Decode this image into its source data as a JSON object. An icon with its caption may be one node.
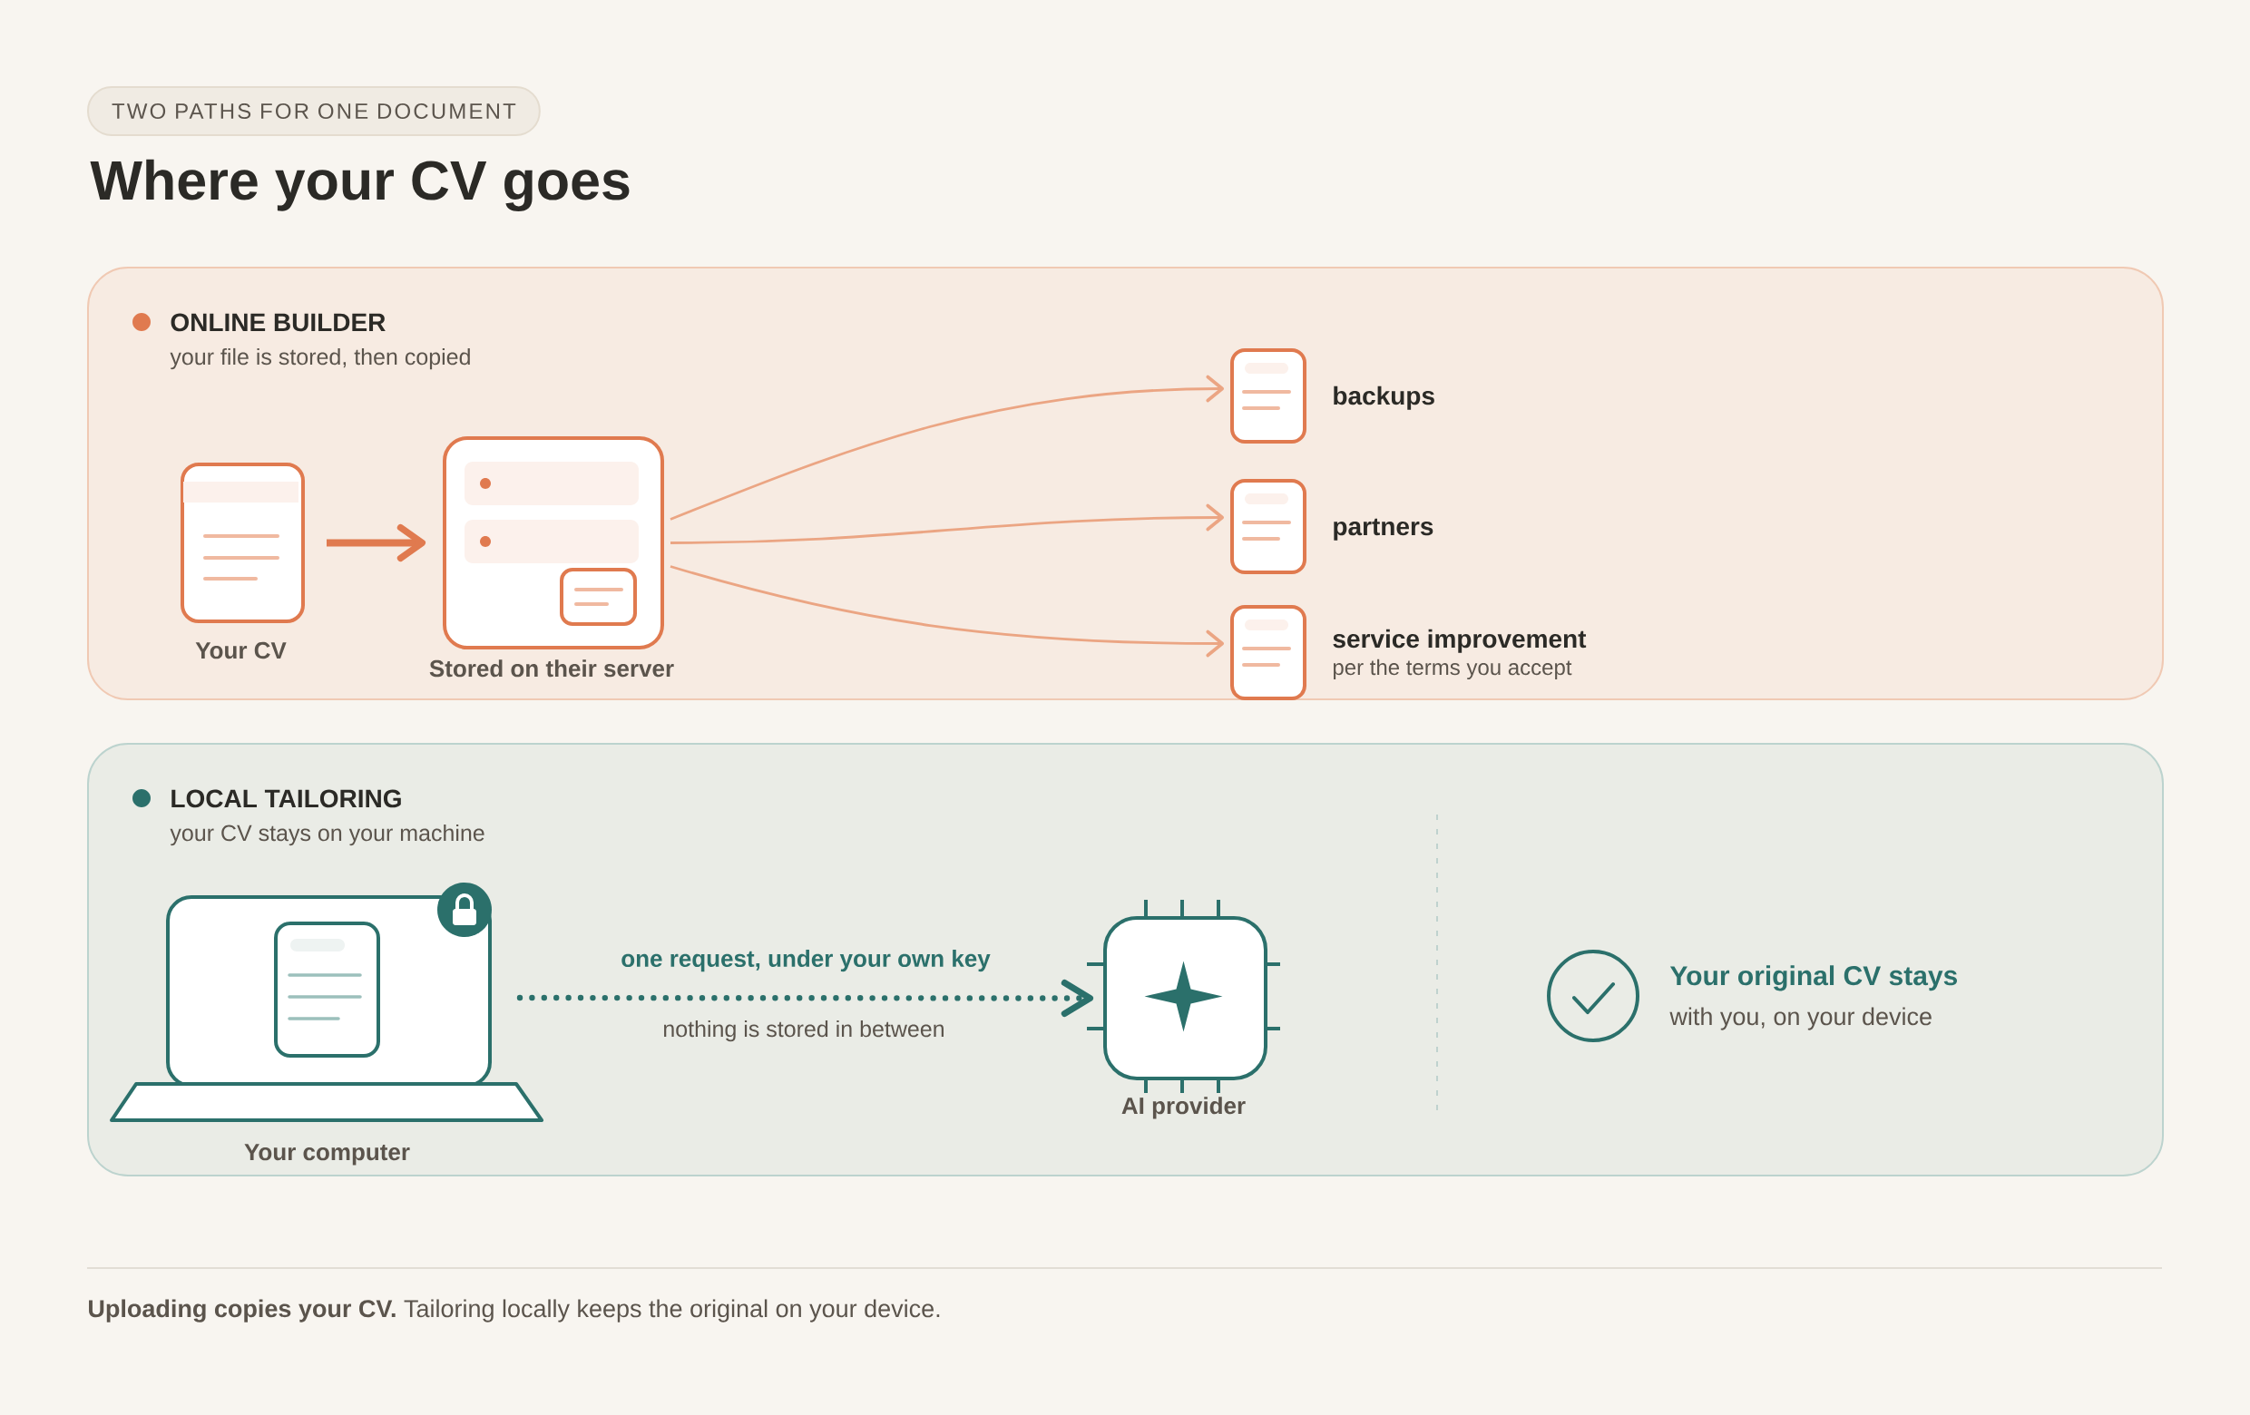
{
  "diagram": {
    "title": "Where your CV goes",
    "caption": "**Uploading copies your CV.** Tailoring locally keeps the original on your device.",
    "nodes": [
      {
        "text": [
          "ONLINE BUILDER",
          "your file is stored, then copied"
        ]
      },
      {
        "text": [
          "Your CV"
        ],
        "in": 0
      },
      {
        "text": [
          "Stored on their server"
        ],
        "in": 0
      },
      {
        "text": [
          "backups"
        ],
        "in": 0
      },
      {
        "text": [
          "partners"
        ],
        "in": 0
      },
      {
        "text": [
          "service improvement",
          "per the terms you accept"
        ],
        "in": 0
      },
      {
        "text": [
          "LOCAL TAILORING",
          "your CV stays on your machine"
        ]
      },
      {
        "text": [
          "Your computer"
        ],
        "in": 6
      },
      {
        "text": [
          "AI provider"
        ],
        "in": 6
      },
      {
        "text": [
          "Your original CV stays",
          "with you, on your device"
        ],
        "in": 6
      }
    ],
    "edges": [
      {
        "from": 1,
        "to": 2,
        "arrow": "to",
        "style": "thick",
        "color": "#e07a4f"
      },
      {
        "from": 2,
        "to": 3,
        "arrow": "to"
      },
      {
        "from": 2,
        "to": 4,
        "arrow": "to"
      },
      {
        "from": 2,
        "to": 5,
        "arrow": "to"
      },
      {
        "from": 7,
        "to": 8,
        "arrow": "to",
        "label": "one request, under your own key",
        "style": "dashed",
        "color": "#2b706b"
      }
    ],
    "labels": [
      "TWO PATHS FOR ONE DOCUMENT",
      "nothing is stored in between"
    ]
  }
}
